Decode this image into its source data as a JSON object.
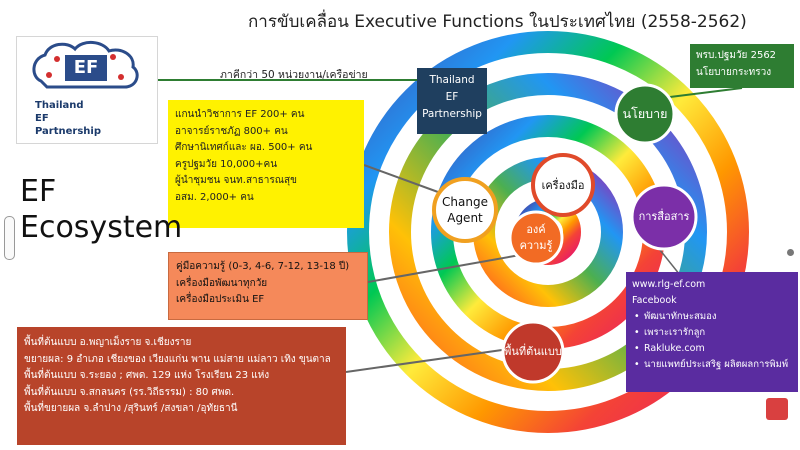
{
  "title": "การขับเคลื่อน Executive Functions ในประเทศไทย (2558-2562)",
  "logo": {
    "line1": "Thailand",
    "line2": "EF",
    "line3": "Partnership",
    "mark": "EF"
  },
  "network_label": "ภาคีกว่า 50  หน่วยงาน/เครือข่าย",
  "tef_box": {
    "line1": "Thailand",
    "line2": "EF",
    "line3": "Partnership"
  },
  "policy_box": {
    "line1": "พรบ.ปฐมวัย 2562",
    "line2": "นโยบายกระทรวง"
  },
  "ecosystem": {
    "line1": "EF",
    "line2": "Ecosystem"
  },
  "yellow_box": [
    "แกนนำวิชาการ EF  200+ คน",
    "อาจารย์ราชภัฏ 800+ คน",
    "ศึกษานิเทศก์และ ผอ. 500+ คน",
    "ครูปฐมวัย 10,000+คน",
    "ผู้นำชุมชน จนท.สาธารณสุข",
    "อสม.  2,000+ คน"
  ],
  "orange_box": [
    "คู่มือความรู้ (0-3, 4-6, 7-12, 13-18 ปี)",
    "เครื่องมือพัฒนาทุกวัย",
    "เครื่องมือประเมิน EF"
  ],
  "red_box": [
    "พื้นที่ต้นแบบ อ.พญาเม็งราย จ.เชียงราย",
    "ขยายผล:  9 อำเภอ  เชียงของ เวียงแก่น พาน แม่สาย แม่ลาว เทิง ขุนตาล",
    "พื้นที่ต้นแบบ จ.ระยอง ; ศพด. 129 แห่ง โรงเรียน 23 แห่ง",
    "พื้นที่ต้นแบบ จ.สกลนคร (รร.วิถีธรรม) : 80 ศพด.",
    "พื้นที่ขยายผล จ.ลำปาง /สุรินทร์ /สงขลา /อุทัยธานี"
  ],
  "purple_box": {
    "url": "www.rlg-ef.com",
    "heading": "Facebook",
    "items": [
      "พัฒนาทักษะสมอง",
      "เพราะเรารักลูก",
      "Rakluke.com",
      "นายแพทย์ประเสริฐ ผลิตผลการพิมพ์"
    ]
  },
  "circles": {
    "policy": "นโยบาย",
    "media": "การสื่อสาร",
    "change_agent_1": "Change",
    "change_agent_2": "Agent",
    "tools": "เครื่องมือ",
    "knowledge_1": "องค์",
    "knowledge_2": "ความรู้",
    "pilot": "พื้นที่ต้นแบบ"
  },
  "colors": {
    "yellow": "#fff200",
    "orange": "#f5895a",
    "red": "#b8442a",
    "purple": "#5a2ca0",
    "navy": "#1f3f5f",
    "green": "#2e7d32"
  }
}
